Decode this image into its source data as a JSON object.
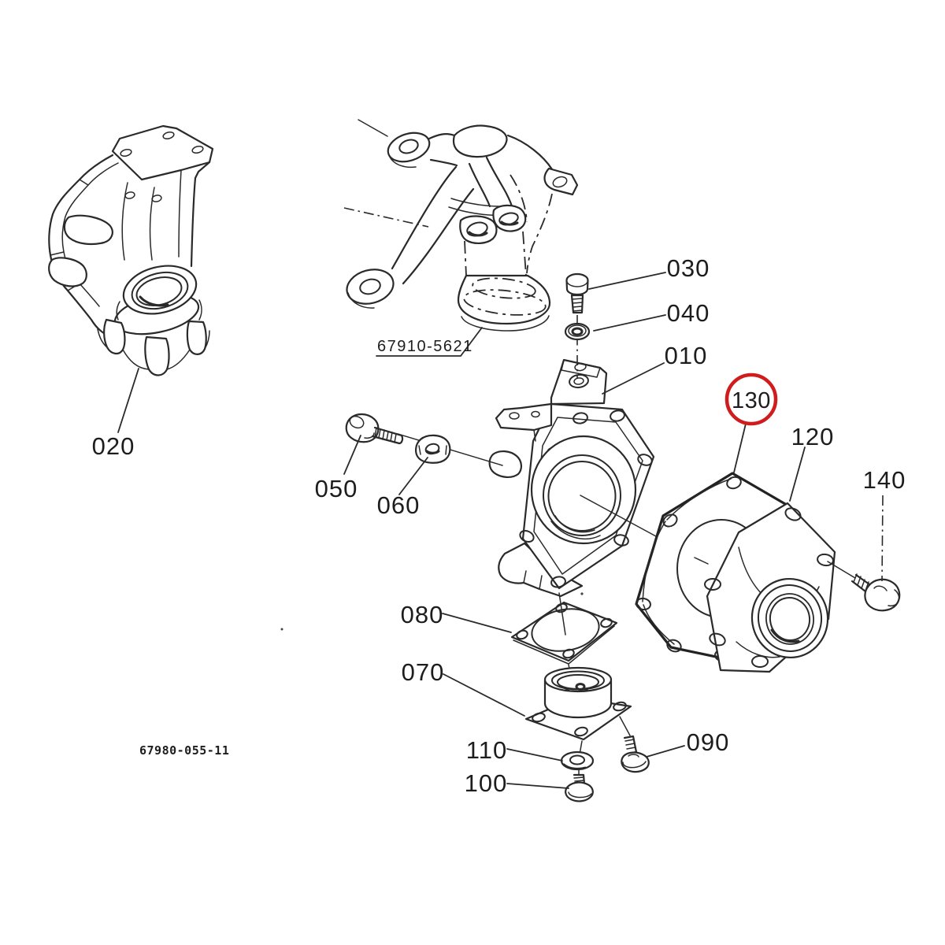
{
  "diagram": {
    "kind": "exploded-parts-diagram",
    "highlight": {
      "callout": "130",
      "color": "#d01c1c"
    },
    "colors": {
      "line": "#2a2a2a",
      "background": "#ffffff"
    },
    "callouts": {
      "c010": "010",
      "c020": "020",
      "c030": "030",
      "c040": "040",
      "c050": "050",
      "c060": "060",
      "c070": "070",
      "c080": "080",
      "c090": "090",
      "c100": "100",
      "c110": "110",
      "c120": "120",
      "c130": "130",
      "c140": "140"
    },
    "refs": {
      "assembly": "67910-5621",
      "drawing": "67980-055-11"
    }
  }
}
